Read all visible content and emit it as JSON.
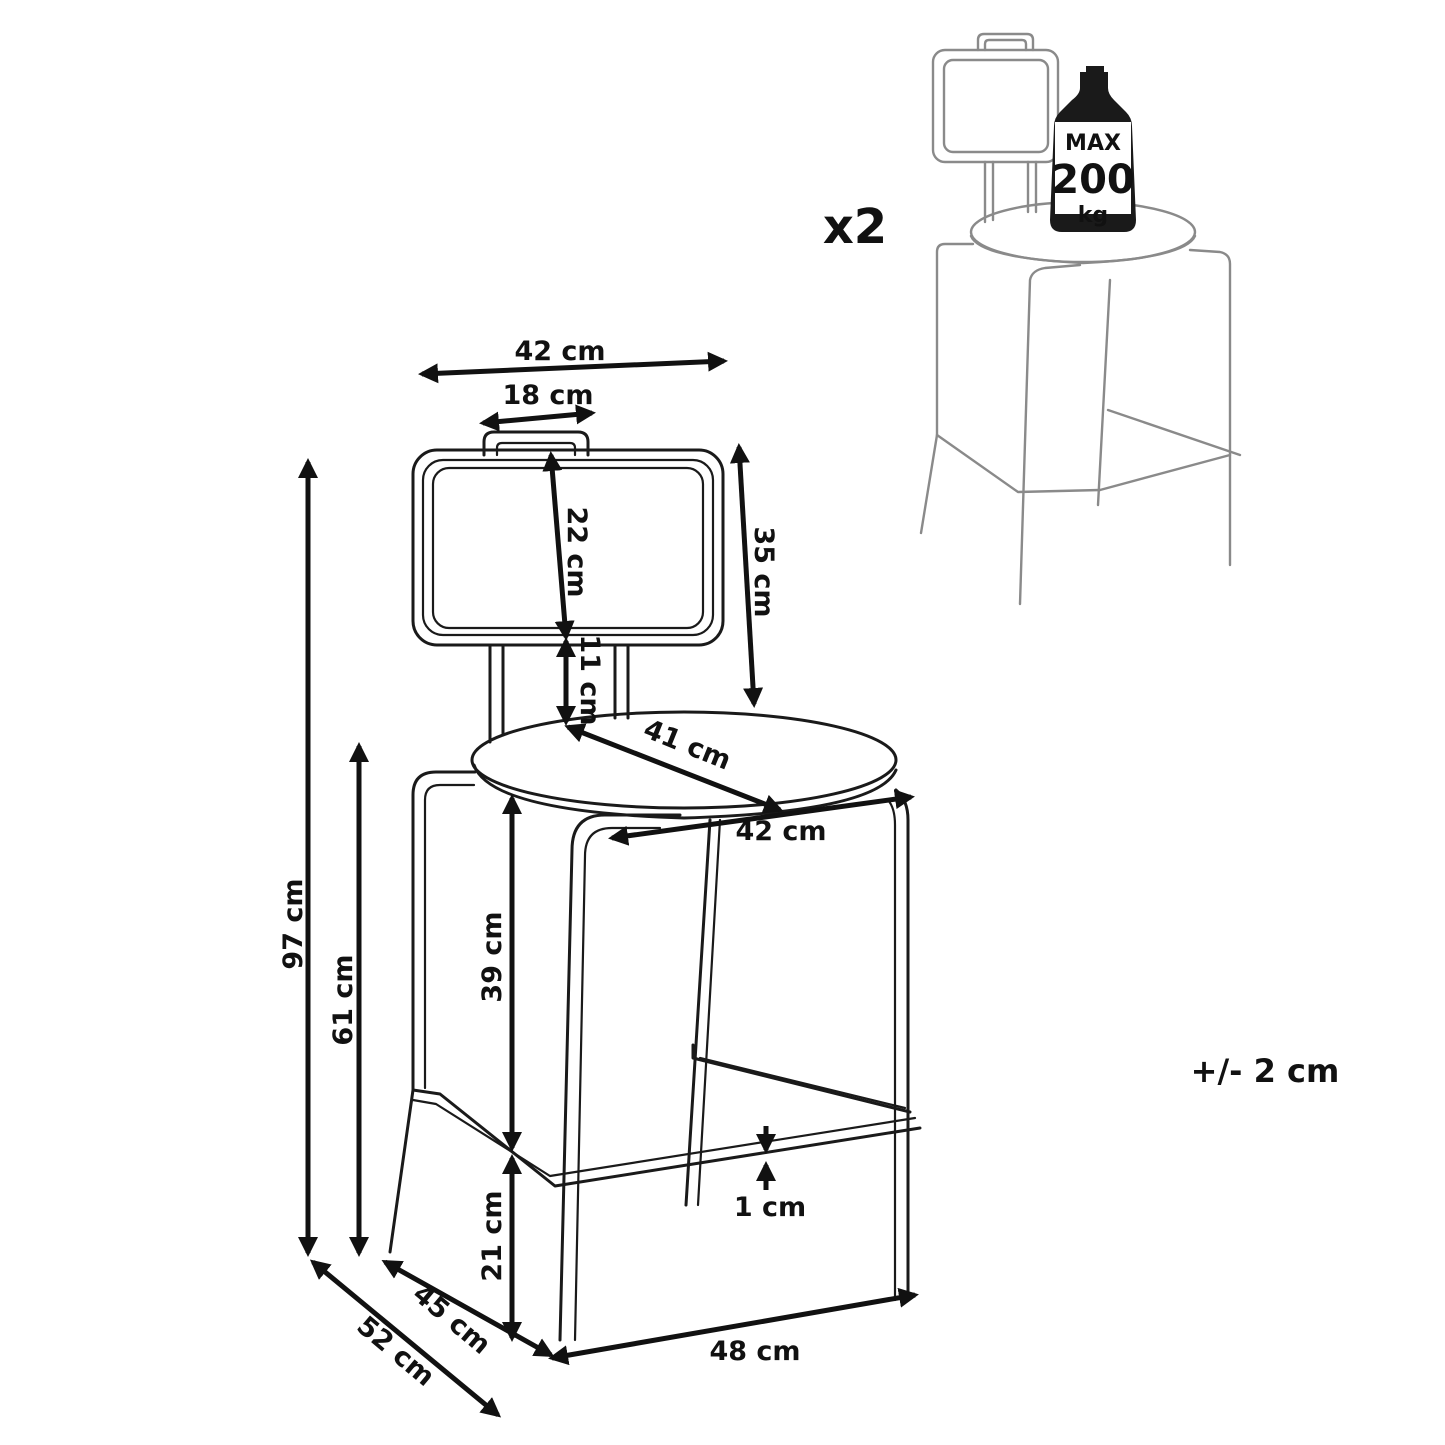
{
  "quantity": "x2",
  "load_badge": {
    "line1": "MAX",
    "line2": "200",
    "line3": "kg"
  },
  "tolerance": "+/- 2 cm",
  "dimensions": {
    "back_width": "42 cm",
    "handle_width": "18 cm",
    "back_panel_height": "22 cm",
    "back_total_height": "35 cm",
    "back_gap": "11 cm",
    "seat_depth": "41 cm",
    "seat_width": "42 cm",
    "seat_to_footrest": "39 cm",
    "footrest_thickness": "1 cm",
    "total_height": "97 cm",
    "seat_height": "61 cm",
    "footrest_height": "21 cm",
    "base_depth_inner": "45 cm",
    "base_depth_outer": "52 cm",
    "base_width": "48 cm"
  },
  "colors": {
    "line": "#1a1a1a",
    "ghost_line": "#8a8a8a",
    "text": "#111111",
    "background": "#ffffff"
  }
}
